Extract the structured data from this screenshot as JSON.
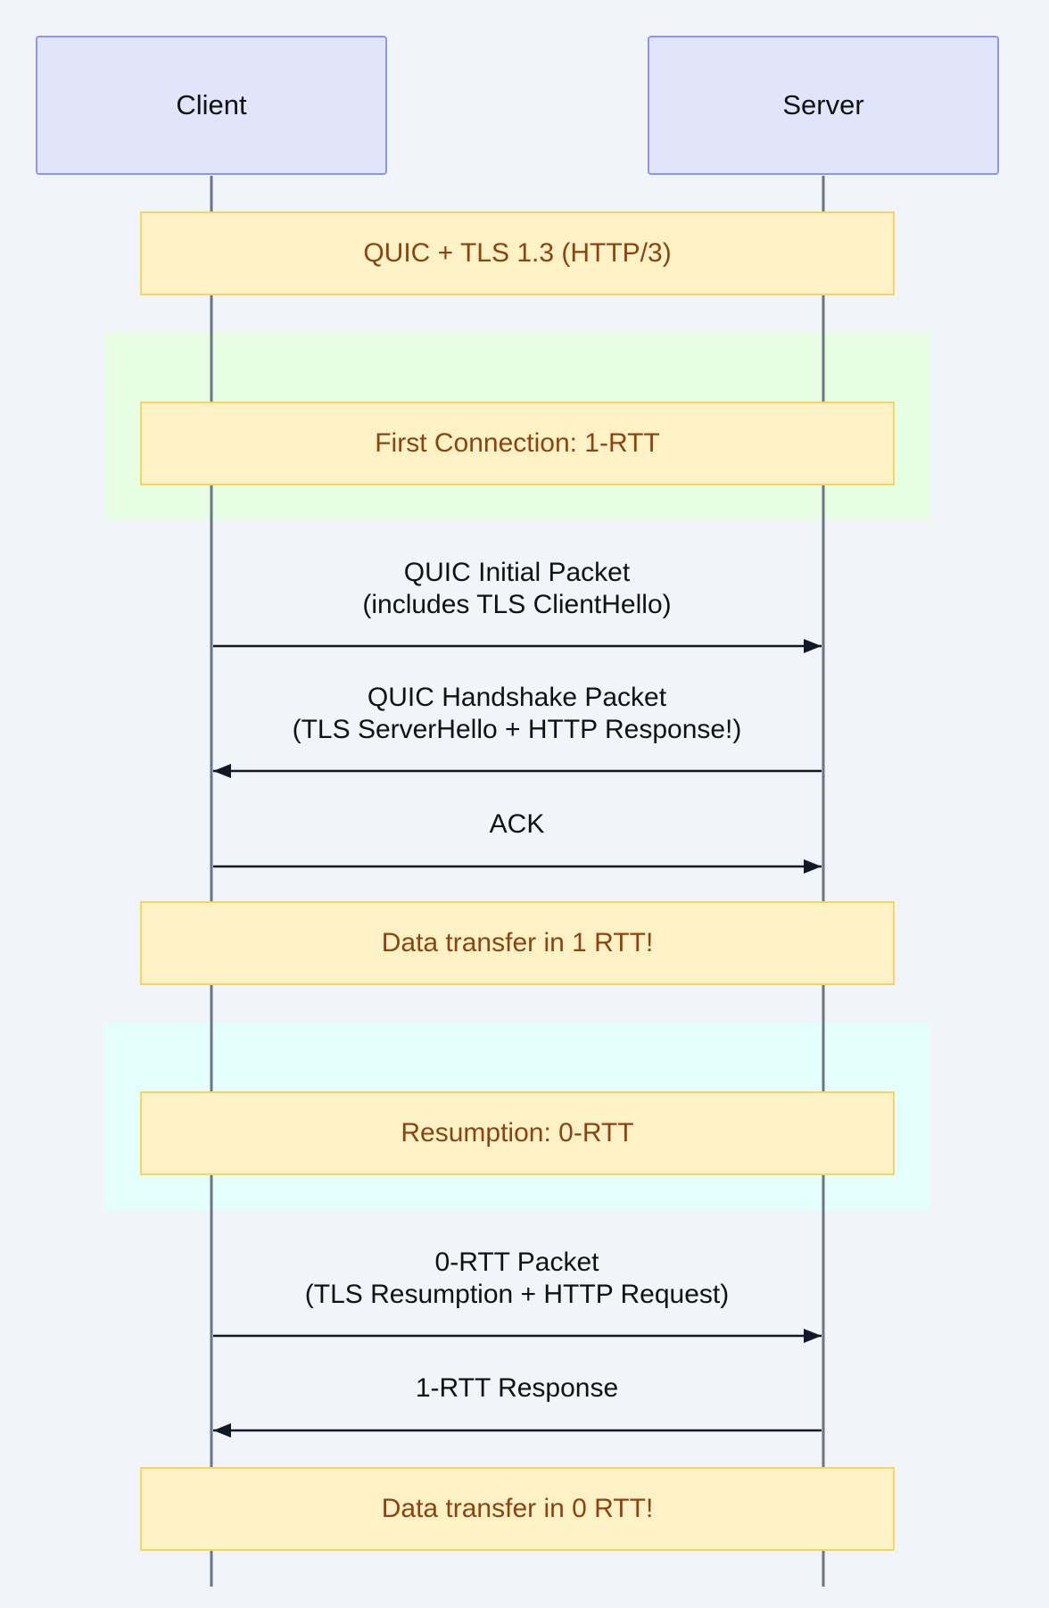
{
  "participants": {
    "client": "Client",
    "server": "Server"
  },
  "notes": {
    "protocol": "QUIC + TLS 1.3 (HTTP/3)",
    "first_connection": "First Connection: 1-RTT",
    "data_transfer_1rtt": "Data transfer in 1 RTT!",
    "resumption": "Resumption: 0-RTT",
    "data_transfer_0rtt": "Data transfer in 0 RTT!"
  },
  "messages": [
    {
      "from": "client",
      "to": "server",
      "line1": "QUIC Initial Packet",
      "line2": "(includes TLS ClientHello)"
    },
    {
      "from": "server",
      "to": "client",
      "line1": "QUIC Handshake Packet",
      "line2": "(TLS ServerHello + HTTP Response!)"
    },
    {
      "from": "client",
      "to": "server",
      "line1": "ACK",
      "line2": ""
    },
    {
      "from": "client",
      "to": "server",
      "line1": "0-RTT Packet",
      "line2": "(TLS Resumption + HTTP Request)"
    },
    {
      "from": "server",
      "to": "client",
      "line1": "1-RTT Response",
      "line2": ""
    }
  ],
  "colors": {
    "background": "#f1f4f9",
    "actor_fill": "#e0e5fb",
    "actor_border": "#8f93ea",
    "lifeline": "#6b7583",
    "note_fill": "#fdf2c6",
    "note_border": "#f7d35f",
    "note_text": "#8c4310",
    "first_connection_region": "#e6fde3",
    "resumption_region": "#e3fefd",
    "arrow": "#111827"
  }
}
